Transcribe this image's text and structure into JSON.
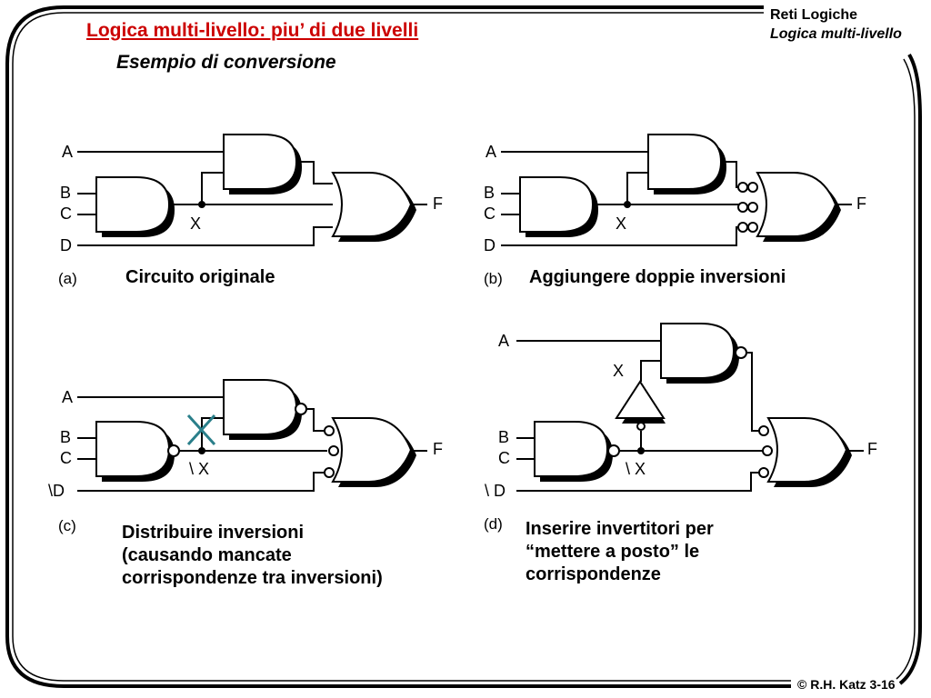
{
  "header": {
    "title": "Logica multi-livello: piu’ di due livelli",
    "subtitle": "Esempio di conversione",
    "course": "Reti Logiche",
    "section": "Logica multi-livello"
  },
  "footer": {
    "copyright": "© R.H. Katz 3-16"
  },
  "panels": {
    "a": {
      "tag": "(a)",
      "caption": "Circuito originale",
      "labels": {
        "a": "A",
        "b": "B",
        "c": "C",
        "d": "D",
        "x": "X",
        "f": "F"
      }
    },
    "b": {
      "tag": "(b)",
      "caption": "Aggiungere doppie inversioni",
      "labels": {
        "a": "A",
        "b": "B",
        "c": "C",
        "d": "D",
        "x": "X",
        "f": "F"
      }
    },
    "c": {
      "tag": "(c)",
      "caption": "Distribuire inversioni\n(causando mancate\ncorrispondenze tra inversioni)",
      "labels": {
        "a": "A",
        "b": "B",
        "c": "C",
        "d": "\\D",
        "x": "\\ X",
        "f": "F"
      }
    },
    "d": {
      "tag": "(d)",
      "caption": "Inserire invertitori per\n“mettere a posto” le\ncorrispondenze",
      "labels": {
        "a": "A",
        "b": "B",
        "c": "C",
        "d": "\\ D",
        "x_top": "X",
        "x": "\\ X",
        "f": "F"
      }
    }
  },
  "colors": {
    "title": "#cc0000",
    "mismatch_mark": "#2a7f8a"
  }
}
